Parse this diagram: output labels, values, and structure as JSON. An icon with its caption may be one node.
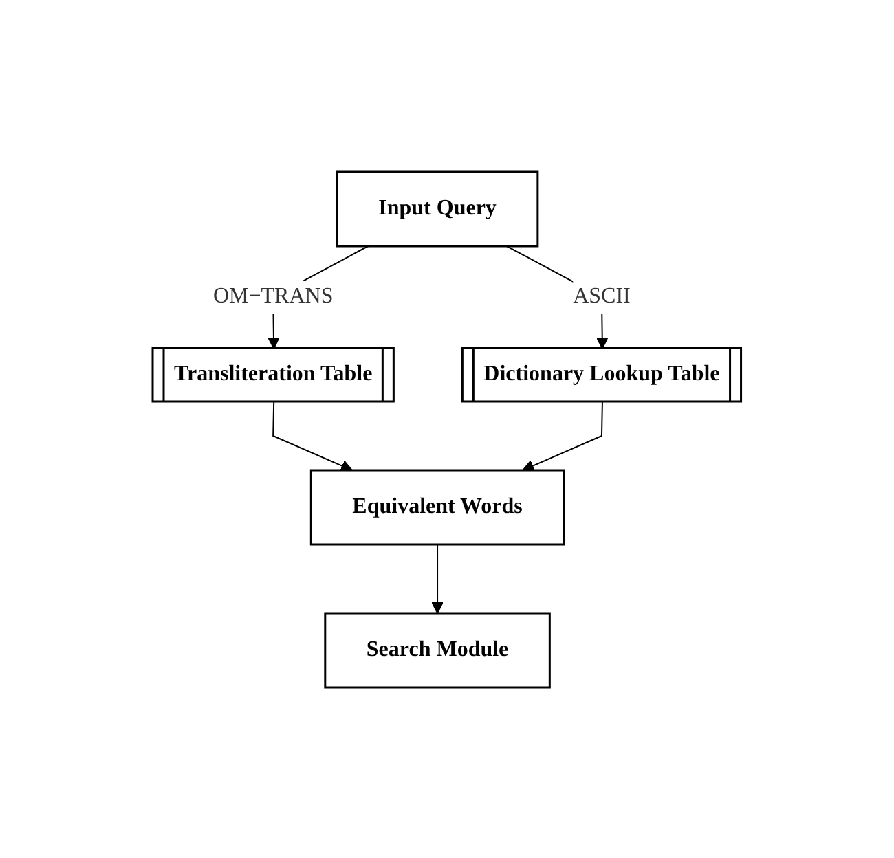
{
  "diagram": {
    "nodes": [
      {
        "text": [
          "Input Query"
        ]
      },
      {
        "text": [
          "Transliteration Table"
        ]
      },
      {
        "text": [
          "Dictionary Lookup Table"
        ]
      },
      {
        "text": [
          "Equivalent Words"
        ]
      },
      {
        "text": [
          "Search Module"
        ]
      }
    ],
    "edges": [
      {
        "from": 0,
        "to": 1,
        "arrow": "to",
        "label": "OM−TRANS"
      },
      {
        "from": 0,
        "to": 2,
        "arrow": "to",
        "label": "ASCII"
      },
      {
        "from": 1,
        "to": 3,
        "arrow": "to"
      },
      {
        "from": 2,
        "to": 3,
        "arrow": "to"
      },
      {
        "from": 3,
        "to": 4,
        "arrow": "to"
      }
    ]
  }
}
